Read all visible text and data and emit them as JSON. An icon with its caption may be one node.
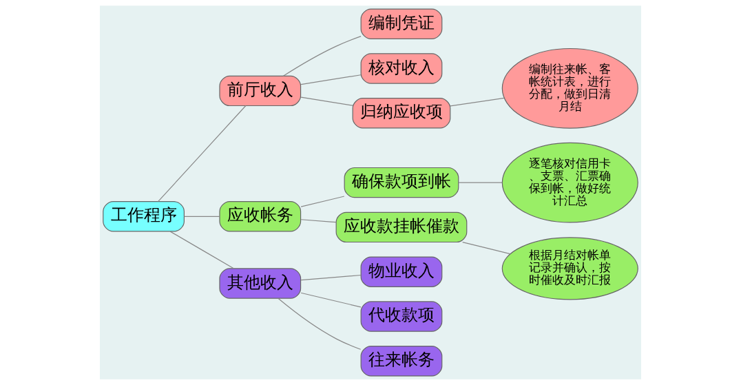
{
  "diagram": {
    "nodes": [
      {
        "text": [
          "工作程序"
        ]
      },
      {
        "text": [
          "前厅收入"
        ]
      },
      {
        "text": [
          "编制凭证"
        ]
      },
      {
        "text": [
          "核对收入"
        ]
      },
      {
        "text": [
          "归纳应收项"
        ]
      },
      {
        "text": [
          "编制往来帐、客帐统计表，进行分配，做到日清月结"
        ]
      },
      {
        "text": [
          "应收帐务"
        ]
      },
      {
        "text": [
          "确保款项到帐"
        ]
      },
      {
        "text": [
          "应收款挂帐催款"
        ]
      },
      {
        "text": [
          "逐笔核对信用卡、支票、汇票确保到帐，做好统计汇总"
        ]
      },
      {
        "text": [
          "根据月结对帐单记录并确认，按时催收及时汇报"
        ]
      },
      {
        "text": [
          "其他收入"
        ]
      },
      {
        "text": [
          "物业收入"
        ]
      },
      {
        "text": [
          "代收款项"
        ]
      },
      {
        "text": [
          "往来帐务"
        ]
      }
    ],
    "edges": [
      {
        "from": 0,
        "to": 1,
        "arrow": "none"
      },
      {
        "from": 0,
        "to": 6,
        "arrow": "none"
      },
      {
        "from": 0,
        "to": 11,
        "arrow": "none"
      },
      {
        "from": 1,
        "to": 2,
        "arrow": "none"
      },
      {
        "from": 1,
        "to": 3,
        "arrow": "none"
      },
      {
        "from": 1,
        "to": 4,
        "arrow": "none"
      },
      {
        "from": 4,
        "to": 5,
        "arrow": "none"
      },
      {
        "from": 6,
        "to": 7,
        "arrow": "none"
      },
      {
        "from": 6,
        "to": 8,
        "arrow": "none"
      },
      {
        "from": 7,
        "to": 9,
        "arrow": "none"
      },
      {
        "from": 8,
        "to": 10,
        "arrow": "none"
      },
      {
        "from": 11,
        "to": 12,
        "arrow": "none"
      },
      {
        "from": 11,
        "to": 13,
        "arrow": "none"
      },
      {
        "from": 11,
        "to": 14,
        "arrow": "none"
      }
    ]
  }
}
